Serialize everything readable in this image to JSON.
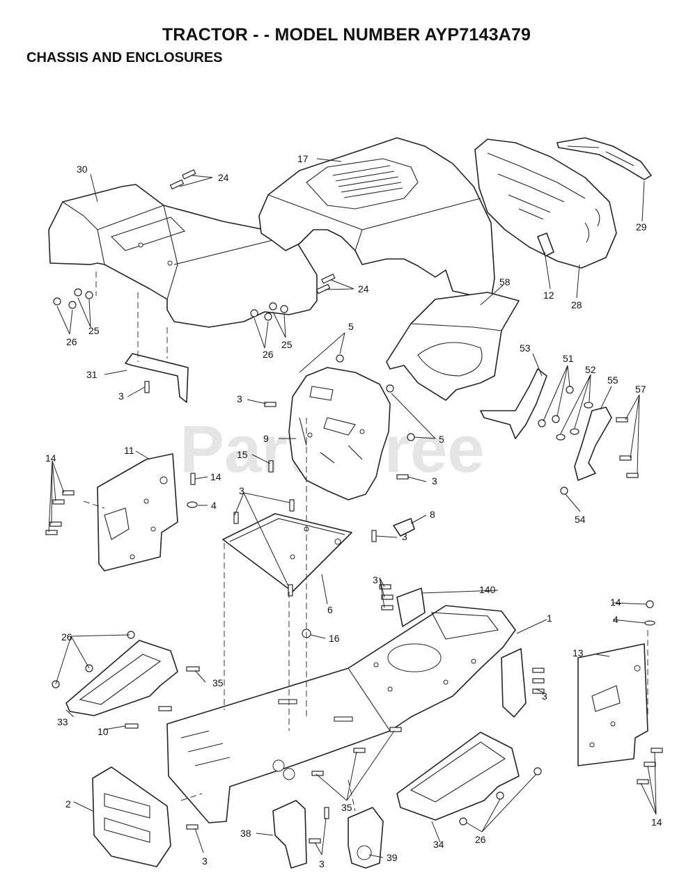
{
  "header": {
    "title": "TRACTOR - - MODEL NUMBER AYP7143A79",
    "subtitle": "CHASSIS AND ENCLOSURES"
  },
  "watermark": "PartsTree",
  "callouts": [
    "1",
    "2",
    "3",
    "3",
    "3",
    "3",
    "3",
    "3",
    "3",
    "3",
    "3",
    "4",
    "4",
    "5",
    "5",
    "6",
    "8",
    "9",
    "10",
    "11",
    "12",
    "13",
    "14",
    "14",
    "14",
    "14",
    "15",
    "16",
    "17",
    "24",
    "24",
    "25",
    "25",
    "26",
    "26",
    "26",
    "26",
    "28",
    "29",
    "30",
    "31",
    "33",
    "34",
    "35",
    "35",
    "38",
    "39",
    "51",
    "52",
    "53",
    "54",
    "55",
    "57",
    "58",
    "140"
  ]
}
